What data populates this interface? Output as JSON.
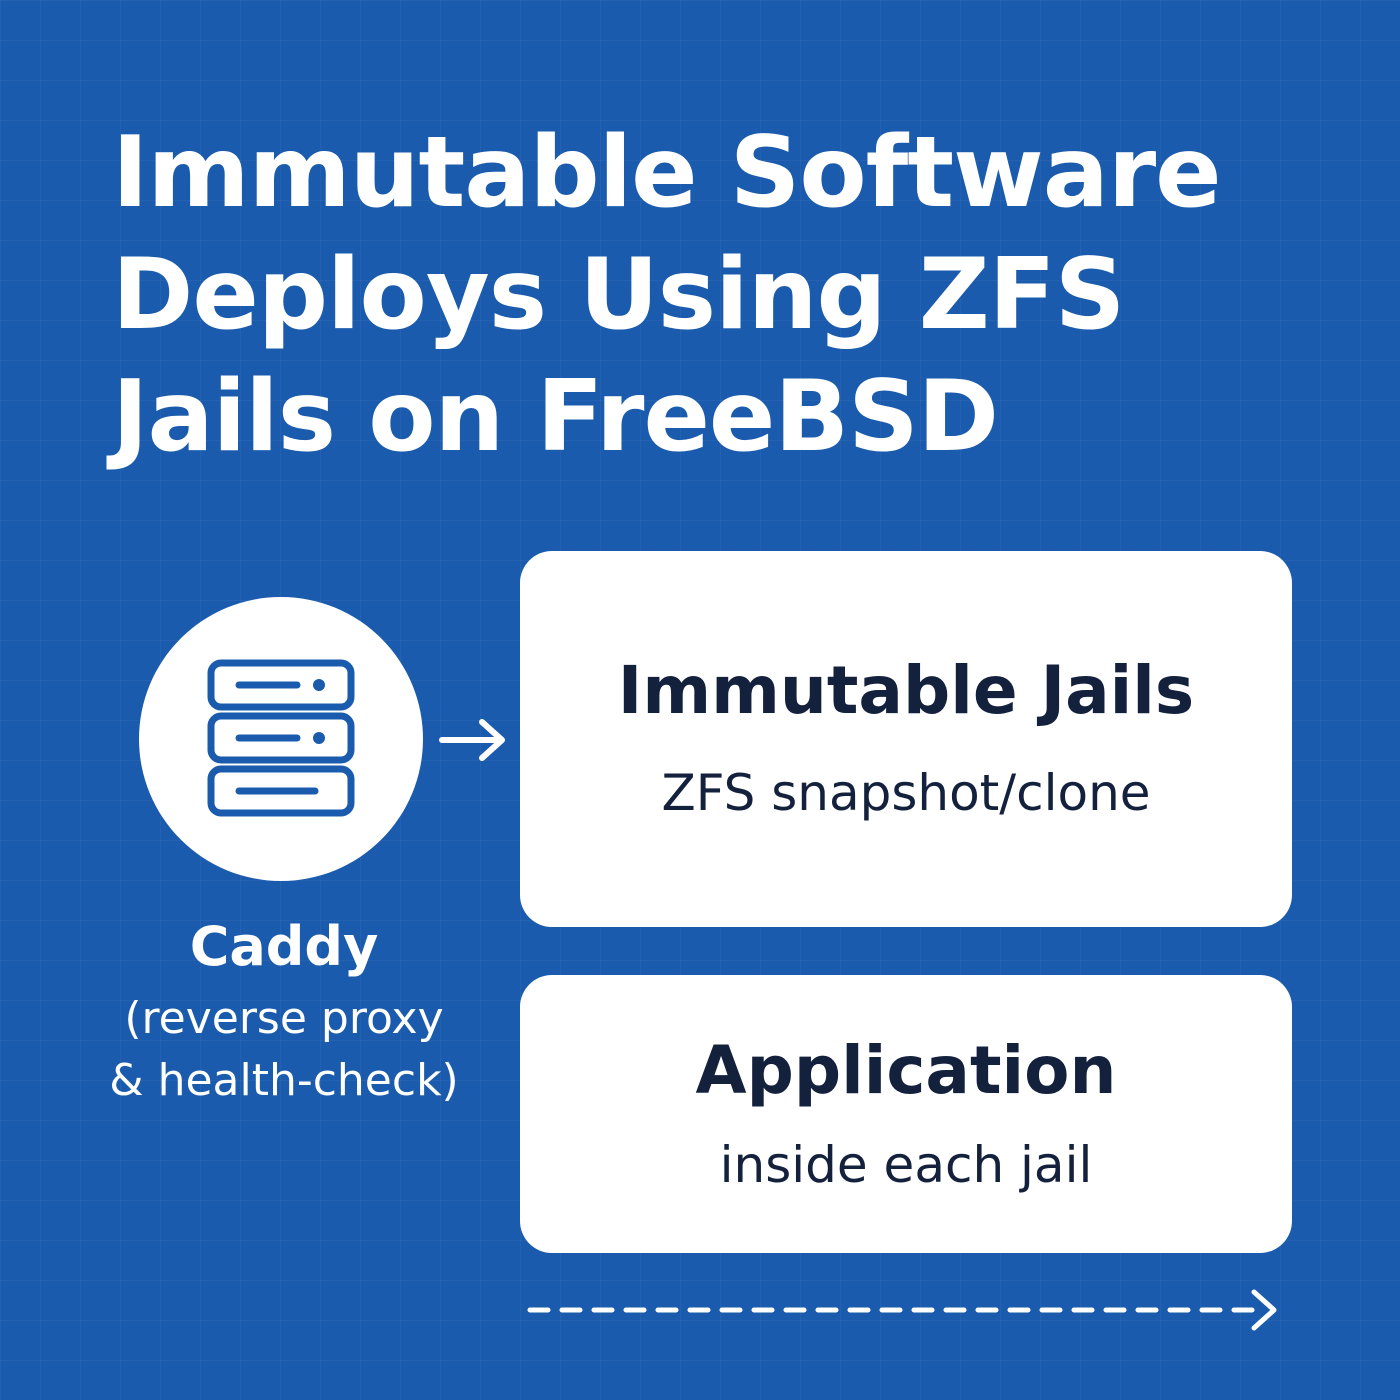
{
  "title": {
    "line1": "Immutable Software",
    "line2": "Deploys Using ZFS",
    "line3": "Jails on FreeBSD"
  },
  "caddy": {
    "icon": "server-stack-icon",
    "name": "Caddy",
    "desc_line1": "(reverse proxy",
    "desc_line2": "& health-check)"
  },
  "cards": {
    "jails": {
      "title": "Immutable Jails",
      "subtitle": "ZFS snapshot/clone"
    },
    "application": {
      "title": "Application",
      "subtitle": "inside each jail"
    }
  },
  "colors": {
    "background": "#1a5bad",
    "card": "#ffffff",
    "card_text": "#14213d",
    "icon_stroke": "#1a5bad"
  }
}
